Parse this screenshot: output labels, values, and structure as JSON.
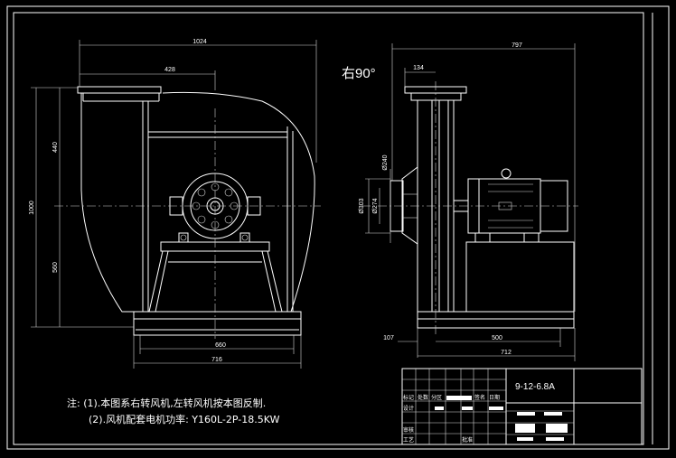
{
  "views": {
    "front": {
      "dims": {
        "overall_width": "1024",
        "outlet_width": "428",
        "height_total": "1000",
        "height_upper": "440",
        "height_lower": "560",
        "base_inner": "660",
        "base_outer": "716"
      }
    },
    "side": {
      "rotation_label": "右90°",
      "dims": {
        "overall_length": "797",
        "outlet_depth": "134",
        "dia_240": "Ø240",
        "dia_303": "Ø303",
        "dia_274": "Ø274",
        "offset_107": "107",
        "base_inner": "500",
        "base_outer": "712"
      }
    }
  },
  "notes": {
    "prefix": "注:",
    "line1": "(1).本图系右转风机,左转风机按本图反制.",
    "line2": "(2).风机配套电机功率: Y160L-2P-18.5KW"
  },
  "title_block": {
    "model": "9-12-6.8A",
    "cells": {
      "marks": "标记",
      "count": "处数",
      "partition": "分区",
      "sign": "签名",
      "date": "日期",
      "design": "设计",
      "check": "审核",
      "craft": "工艺",
      "approve": "批准"
    }
  }
}
